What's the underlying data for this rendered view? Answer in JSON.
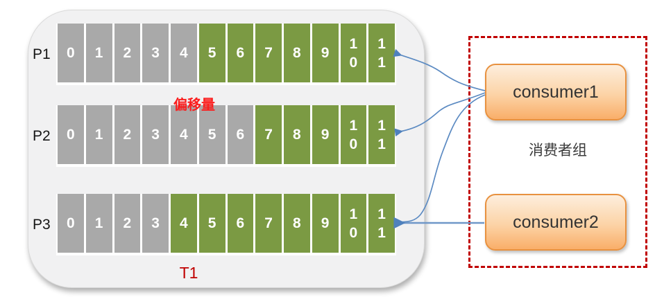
{
  "diagram": {
    "topic_label": "T1",
    "offset_label": "偏移量",
    "group_label": "消费者组",
    "partitions": [
      {
        "name": "P1",
        "cells": [
          "0",
          "1",
          "2",
          "3",
          "4",
          "5",
          "6",
          "7",
          "8",
          "9",
          "10",
          "11"
        ],
        "green_from": 5
      },
      {
        "name": "P2",
        "cells": [
          "0",
          "1",
          "2",
          "3",
          "4",
          "5",
          "6",
          "7",
          "8",
          "9",
          "10",
          "11"
        ],
        "green_from": 7
      },
      {
        "name": "P3",
        "cells": [
          "0",
          "1",
          "2",
          "3",
          "4",
          "5",
          "6",
          "7",
          "8",
          "9",
          "10",
          "11"
        ],
        "green_from": 4
      }
    ],
    "consumers": [
      {
        "label": "consumer1"
      },
      {
        "label": "consumer2"
      }
    ],
    "connections": [
      {
        "from": "consumer1",
        "to": [
          "P1",
          "P2",
          "P3"
        ]
      },
      {
        "from": "consumer2",
        "to": [
          "P3"
        ]
      }
    ],
    "colors": {
      "cell_gray": "#a9a9a9",
      "cell_green": "#7b9a43",
      "arrow_blue": "#4f81bd",
      "group_border_red": "#c00000",
      "offset_label_red": "#fb1d1d",
      "topic_label_red": "#c00000",
      "consumer_border_orange": "#e8913f",
      "consumer_fill_top": "#fdeedd",
      "consumer_fill_bottom": "#f9ae69",
      "broker_background": "#f1f1f2"
    }
  }
}
